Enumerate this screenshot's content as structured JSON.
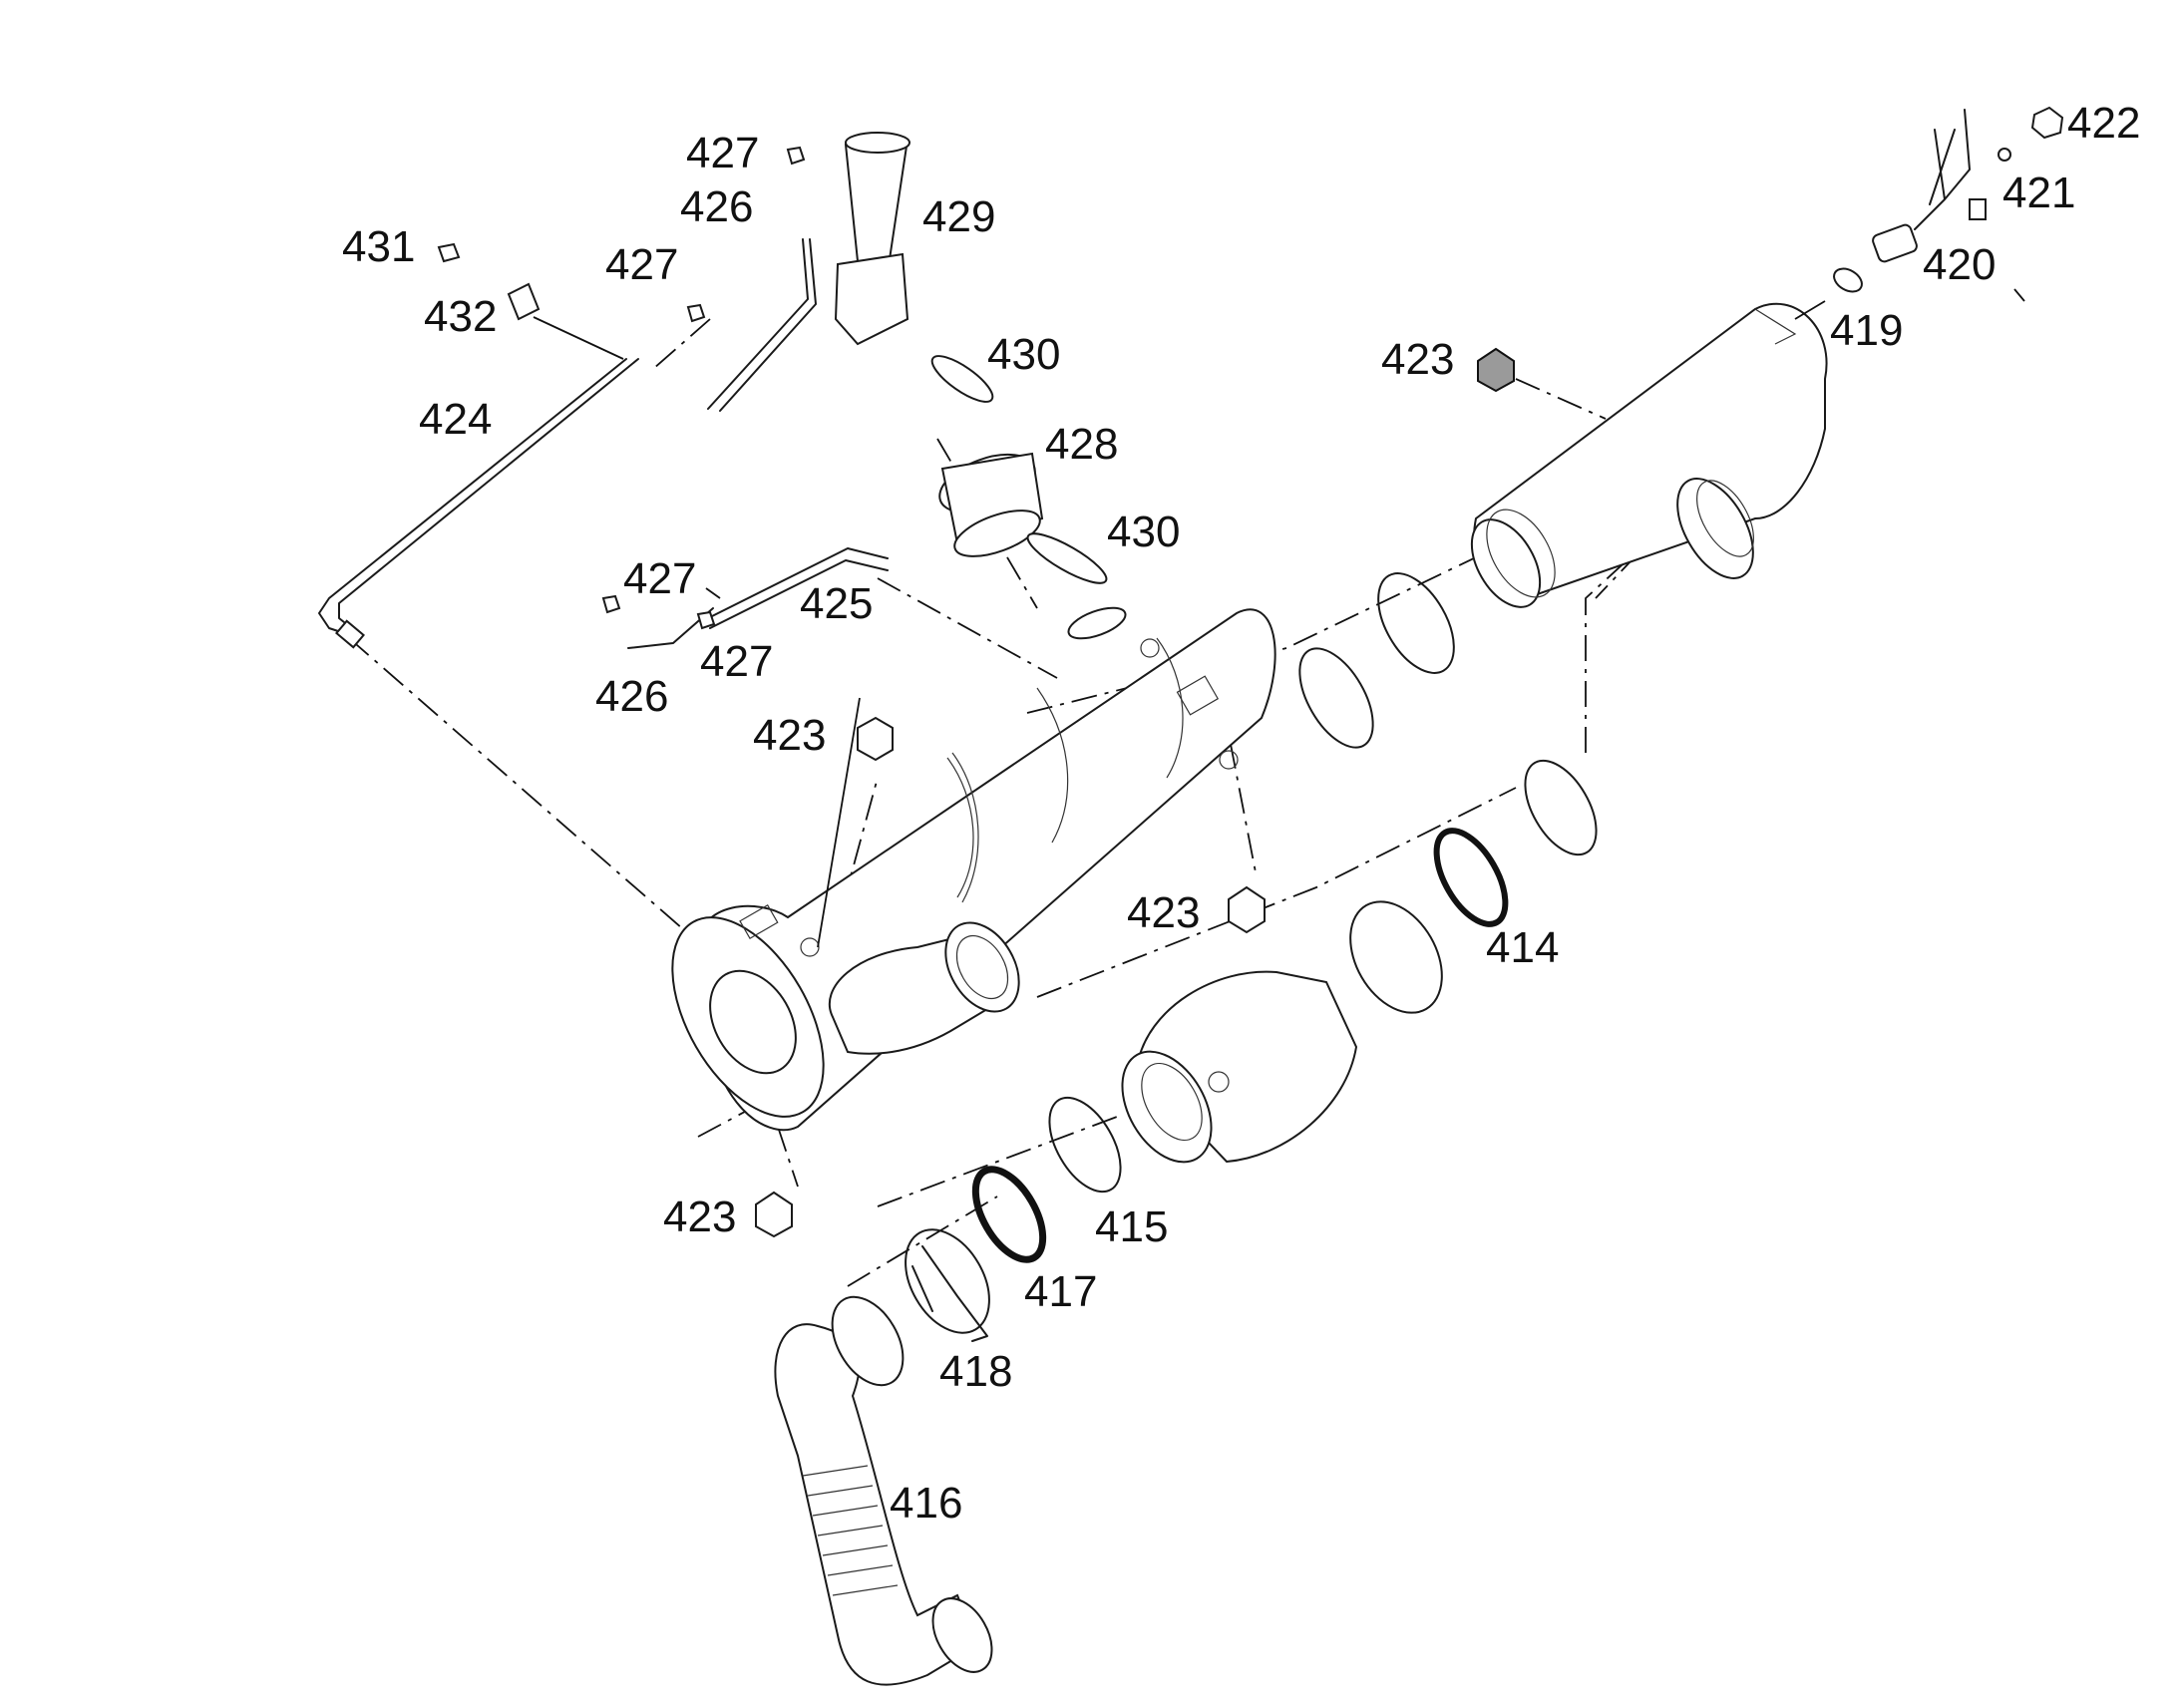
{
  "callouts": {
    "c414": "414",
    "c415": "415",
    "c416": "416",
    "c417": "417",
    "c418": "418",
    "c419": "419",
    "c420": "420",
    "c421": "421",
    "c422": "422",
    "c423": "423",
    "c424": "424",
    "c425": "425",
    "c426": "426",
    "c427": "427",
    "c428": "428",
    "c429": "429",
    "c430": "430",
    "c431": "431",
    "c432": "432"
  },
  "style": {
    "line_color": "#1a1a1a",
    "background": "#ffffff",
    "dark_part": "#222222"
  }
}
